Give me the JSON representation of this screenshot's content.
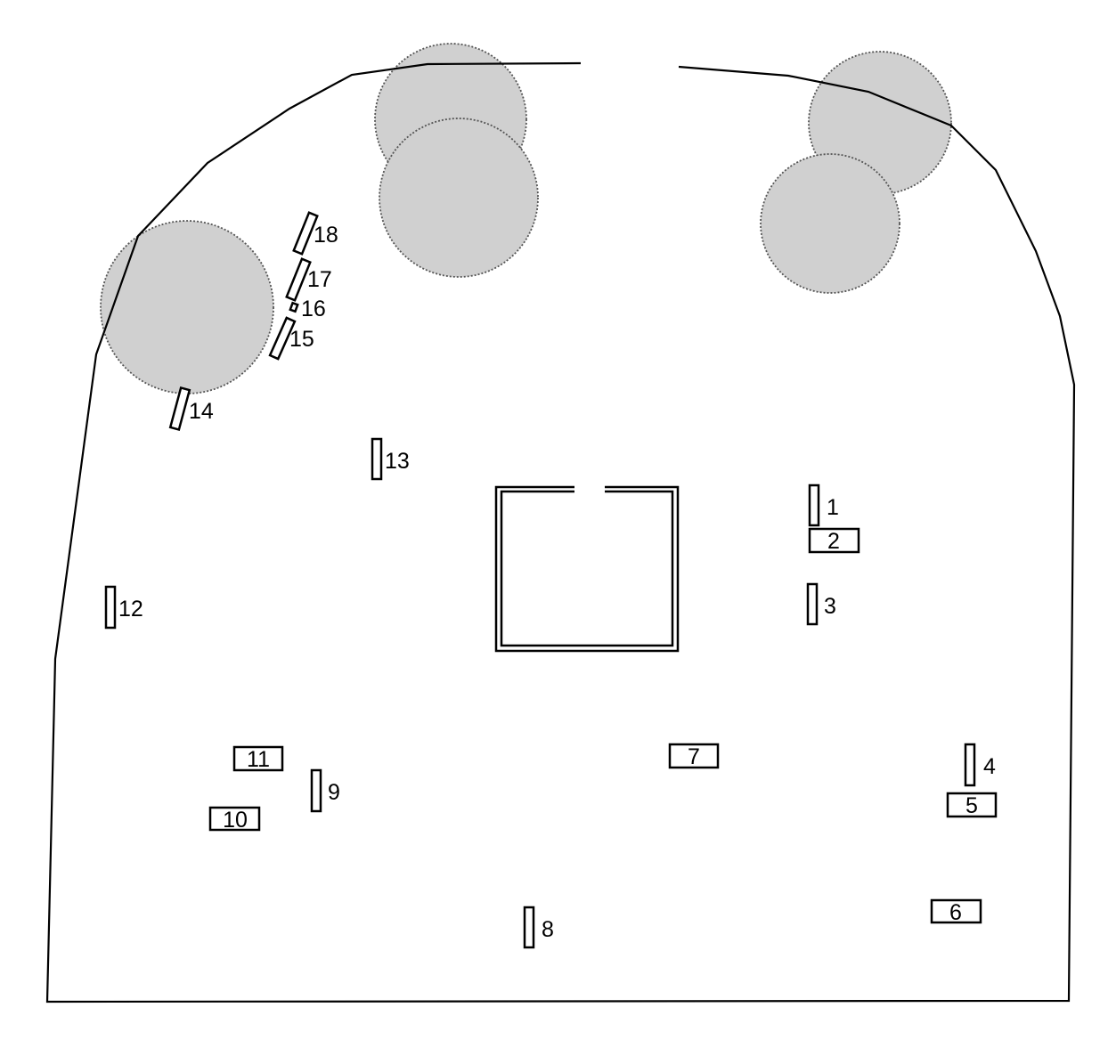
{
  "diagram": {
    "colors": {
      "canopy_fill": "#d0d0d0",
      "canopy_edge": "#555555",
      "line": "#000000",
      "background": "#ffffff"
    },
    "canopies": [
      "canopy-1",
      "canopy-2",
      "canopy-3",
      "canopy-4",
      "canopy-5"
    ],
    "markers": [
      {
        "id": "1",
        "label": "1"
      },
      {
        "id": "2",
        "label": "2"
      },
      {
        "id": "3",
        "label": "3"
      },
      {
        "id": "4",
        "label": "4"
      },
      {
        "id": "5",
        "label": "5"
      },
      {
        "id": "6",
        "label": "6"
      },
      {
        "id": "7",
        "label": "7"
      },
      {
        "id": "8",
        "label": "8"
      },
      {
        "id": "9",
        "label": "9"
      },
      {
        "id": "10",
        "label": "10"
      },
      {
        "id": "11",
        "label": "11"
      },
      {
        "id": "12",
        "label": "12"
      },
      {
        "id": "13",
        "label": "13"
      },
      {
        "id": "14",
        "label": "14"
      },
      {
        "id": "15",
        "label": "15"
      },
      {
        "id": "16",
        "label": "16"
      },
      {
        "id": "17",
        "label": "17"
      },
      {
        "id": "18",
        "label": "18"
      }
    ]
  }
}
